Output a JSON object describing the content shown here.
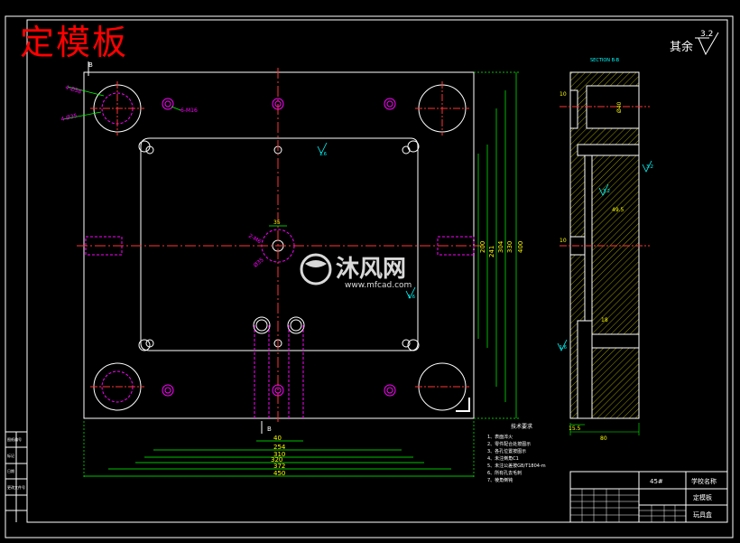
{
  "title": "定模板",
  "roughness": {
    "label": "其余",
    "value": "3.2"
  },
  "section_label": "SECTION B-B",
  "cut_marker": "B",
  "dims_bottom": [
    "40",
    "254",
    "310",
    "320",
    "372",
    "450"
  ],
  "dims_right": [
    "200",
    "241",
    "304",
    "330",
    "400"
  ],
  "dims_center": [
    "35"
  ],
  "dims_holes": [
    "4-Ø58",
    "4-Ø35",
    "6-M16",
    "2-M6",
    "Ø35"
  ],
  "section_dims": [
    "10",
    "49.5",
    "10",
    "18",
    "15.5",
    "80",
    "Ø40"
  ],
  "roughness_marks": [
    "1.6",
    "1.6",
    "3.2",
    "3.2",
    "1.6"
  ],
  "tech_req": {
    "heading": "技术要求",
    "items": [
      "1、表面淬火",
      "2、零件配合处按图示",
      "3、各孔位置按图示",
      "4、未注倒角C1",
      "5、未注公差按GB/T1804-m",
      "6、所有孔去毛刺",
      "7、棱角倒钝"
    ]
  },
  "title_block": {
    "material": "45#",
    "school": "学校名称",
    "part_name": "定模板",
    "product": "玩具盒"
  },
  "watermark": {
    "brand": "沐风网",
    "url": "www.mfcad.com"
  },
  "left_labels": [
    "图纸编号",
    "标记",
    "日期",
    "更改文件号"
  ]
}
